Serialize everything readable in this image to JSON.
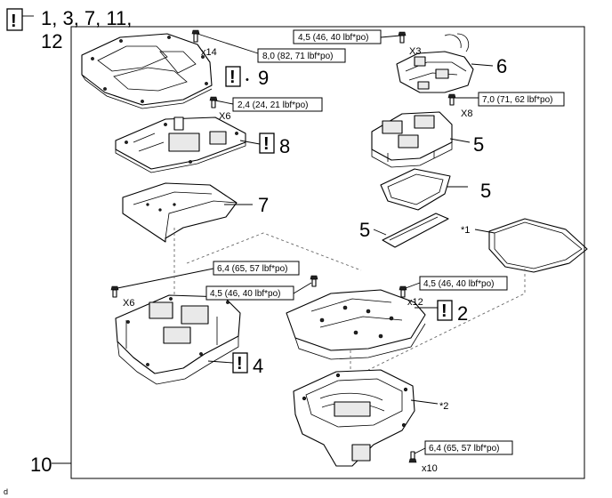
{
  "main_callout": {
    "icon": "!",
    "text": "1, 3, 7, 11,",
    "text2": "12"
  },
  "assembly_number": "10",
  "image_code": "d",
  "parts": {
    "p9": {
      "icon": "!",
      "bullet": "•",
      "number": "9"
    },
    "p8": {
      "icon": "!",
      "number": "8"
    },
    "p7": {
      "number": "7"
    },
    "p6": {
      "number": "6"
    },
    "p5a": {
      "number": "5"
    },
    "p5b": {
      "number": "5"
    },
    "p5c": {
      "number": "5"
    },
    "p4": {
      "icon": "!",
      "number": "4"
    },
    "p2": {
      "icon": "!",
      "number": "2"
    }
  },
  "notes": {
    "n1": "*1",
    "n2": "*2"
  },
  "bolts": {
    "b_cover": {
      "torque": "8,0 (82, 71 lbf*po)",
      "qty": "x14"
    },
    "b_upper": {
      "torque": "2,4 (24, 21 lbf*po)",
      "qty": "X6"
    },
    "b_harness": {
      "torque": "4,5 (46, 40 lbf*po)",
      "qty": "X3"
    },
    "b_reactor": {
      "torque": "7,0 (71, 62 lbf*po)",
      "qty": "X8"
    },
    "b_lower_left": {
      "torque": "6,4 (65, 57 lbf*po)",
      "qty": "X6"
    },
    "b_mid": {
      "torque": "4,5 (46, 40 lbf*po)"
    },
    "b_right": {
      "torque": "4,5 (46, 40 lbf*po)",
      "qty": "x12"
    },
    "b_bottom": {
      "torque": "6,4 (65, 57 lbf*po)",
      "qty": "x10"
    }
  }
}
